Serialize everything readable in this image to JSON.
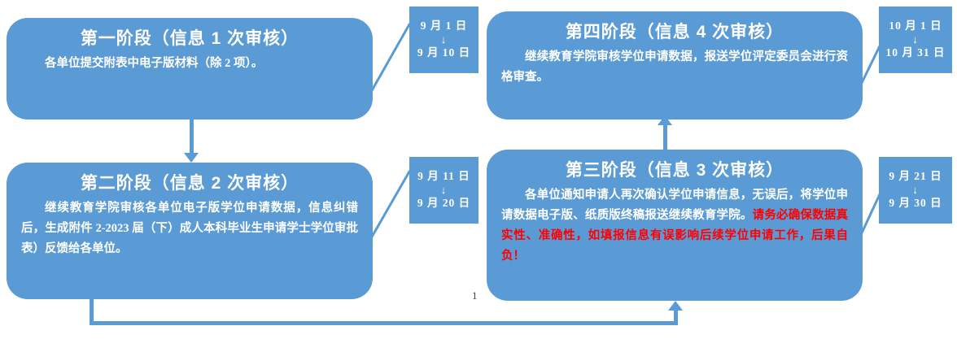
{
  "page": {
    "page_number": "1",
    "accent_color": "#5B9BD5",
    "warning_color": "#FF0000",
    "text_color": "#FFFFFF"
  },
  "stages": [
    {
      "id": "stage-1",
      "title": "第一阶段（信息 1 次审核）",
      "body_plain": "各单位提交附表中电子版材料（除 2 项）。",
      "body_warn": ""
    },
    {
      "id": "stage-2",
      "title": "第二阶段（信息 2 次审核）",
      "body_plain": "继续教育学院审核各单位电子版学位申请数据，信息纠错后，生成附件 2-2023 届（下）成人本科毕业生申请学士学位审批表）反馈给各单位。",
      "body_warn": ""
    },
    {
      "id": "stage-3",
      "title": "第三阶段（信息 3 次审核）",
      "body_plain": "各单位通知申请人再次确认学位申请信息，无误后，将学位申请数据电子版、纸质版终稿报送继续教育学院。",
      "body_warn": "请务必确保数据真实性、准确性，如填报信息有误影响后续学位申请工作，后果自负！"
    },
    {
      "id": "stage-4",
      "title": "第四阶段（信息 4 次审核）",
      "body_plain": "继续教育学院审核学位申请数据，报送学位评定委员会进行资格审查。",
      "body_warn": ""
    }
  ],
  "dateboxes": [
    {
      "id": "date-1",
      "start": "9 月 1 日",
      "arrow": "↓",
      "end": "9 月 10 日"
    },
    {
      "id": "date-2",
      "start": "9 月 11 日",
      "arrow": "↓",
      "end": "9 月 20 日"
    },
    {
      "id": "date-3",
      "start": "9 月 21 日",
      "arrow": "↓",
      "end": "9 月 30 日"
    },
    {
      "id": "date-4",
      "start": "10 月 1 日",
      "arrow": "↓",
      "end": "10 月 31 日"
    }
  ],
  "connectors": [
    {
      "id": "conn-1-to-2",
      "direction": "down",
      "label": "stage1-to-stage2"
    },
    {
      "id": "conn-2-to-3",
      "direction": "right-up",
      "label": "stage2-to-stage3"
    },
    {
      "id": "conn-3-to-4",
      "direction": "up",
      "label": "stage3-to-stage4"
    }
  ]
}
